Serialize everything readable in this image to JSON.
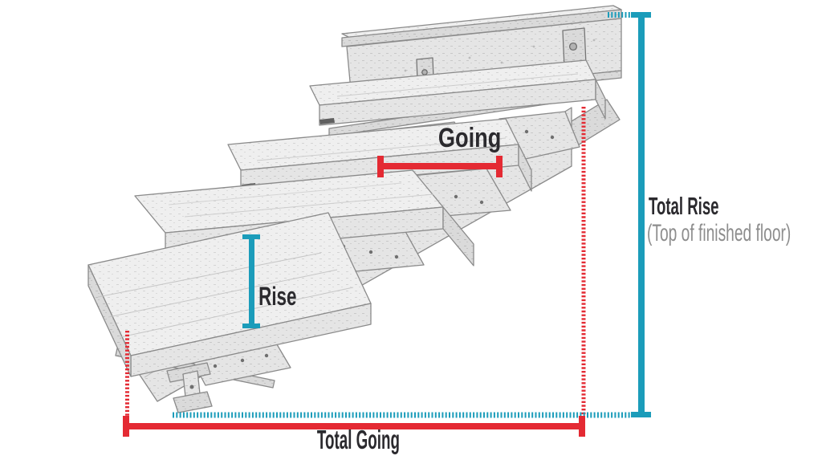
{
  "diagram": {
    "subject": "stair-stringer-and-treads-sketch",
    "annotations": {
      "going": {
        "label": "Going",
        "color": "#e42a33"
      },
      "rise": {
        "label": "Rise",
        "color": "#1b9cba"
      },
      "total_rise": {
        "label": "Total Rise",
        "sublabel": "(Top of finished floor)",
        "color": "#1b9cba"
      },
      "total_going": {
        "label": "Total Going",
        "color": "#e42a33"
      }
    },
    "text_colors": {
      "label": "#2b2a2e",
      "sublabel": "#8d8d8d"
    }
  }
}
